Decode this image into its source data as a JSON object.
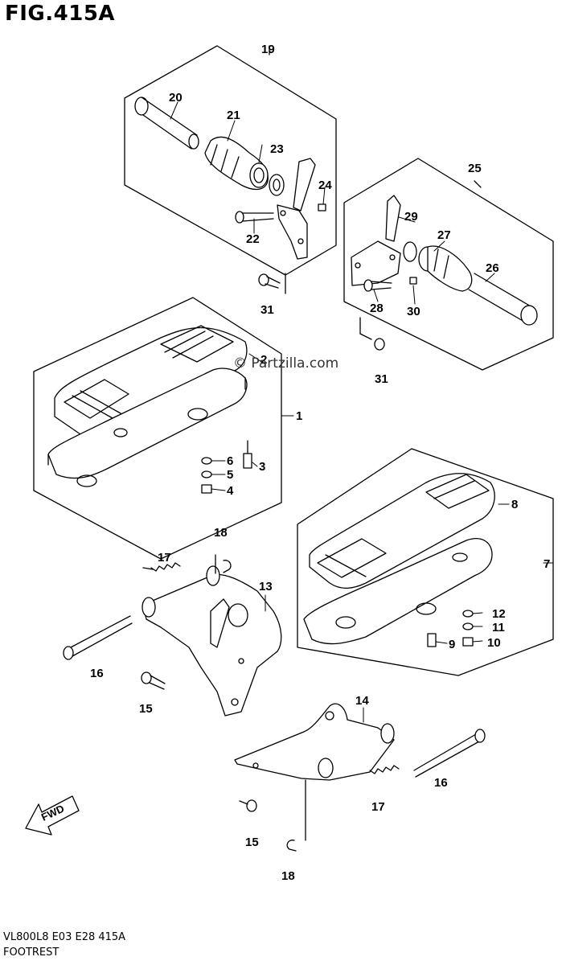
{
  "figure": {
    "title": "FIG.415A",
    "footer_code": "VL800L8 E03 E28 415A",
    "footer_name": "FOOTREST",
    "watermark": "© Partzilla.com",
    "fwd_label": "FWD"
  },
  "callouts": [
    "1",
    "2",
    "3",
    "4",
    "5",
    "6",
    "7",
    "8",
    "9",
    "10",
    "11",
    "12",
    "13",
    "14",
    "15",
    "15",
    "16",
    "16",
    "17",
    "17",
    "18",
    "18",
    "19",
    "20",
    "21",
    "22",
    "23",
    "24",
    "25",
    "26",
    "27",
    "28",
    "29",
    "30",
    "31",
    "31"
  ]
}
